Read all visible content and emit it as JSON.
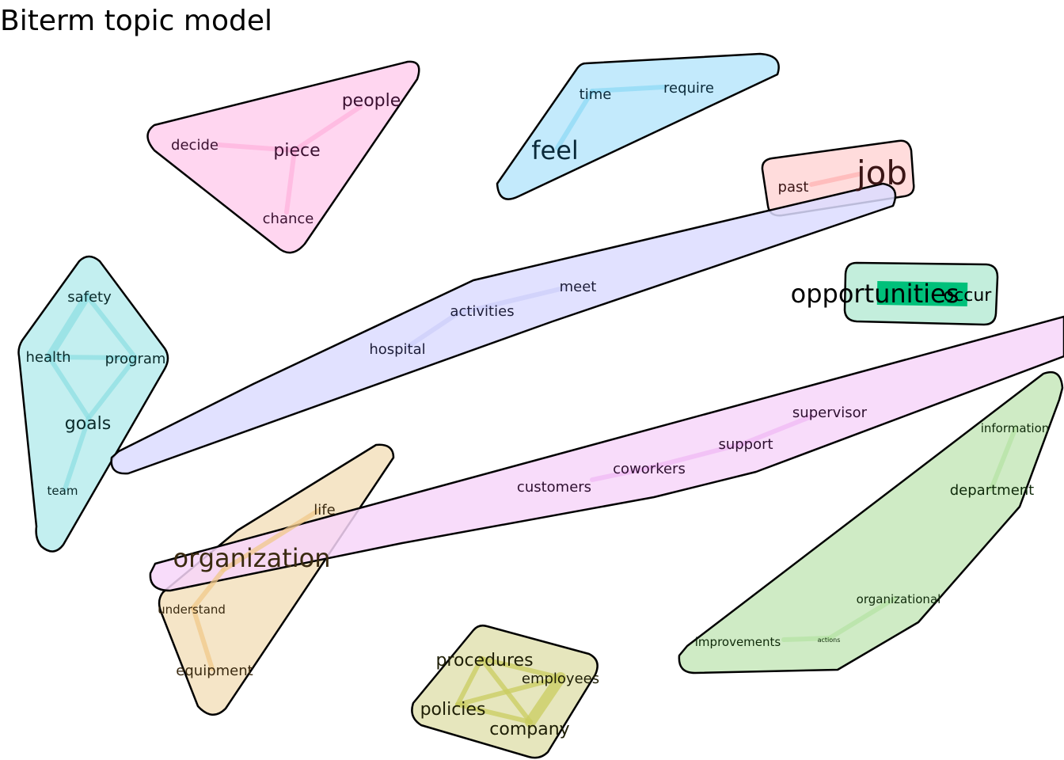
{
  "title": "Biterm topic model",
  "topics": [
    {
      "id": "pink",
      "fill": "#ffd6f0",
      "edge": "#ffb3de",
      "text": "#3a1030",
      "words": [
        {
          "word": "people",
          "weight": 3
        },
        {
          "word": "decide",
          "weight": 2
        },
        {
          "word": "piece",
          "weight": 3
        },
        {
          "word": "chance",
          "weight": 2
        }
      ],
      "links": [
        [
          "decide",
          "piece"
        ],
        [
          "piece",
          "people"
        ],
        [
          "piece",
          "chance"
        ]
      ]
    },
    {
      "id": "blue",
      "fill": "#c3eafc",
      "edge": "#8fdaf6",
      "text": "#0a2a3a",
      "words": [
        {
          "word": "time",
          "weight": 2
        },
        {
          "word": "require",
          "weight": 2
        },
        {
          "word": "feel",
          "weight": 4
        }
      ],
      "links": [
        [
          "time",
          "require"
        ],
        [
          "time",
          "feel"
        ]
      ]
    },
    {
      "id": "salmon",
      "fill": "#ffdcdc",
      "edge": "#ffb3b3",
      "text": "#3a1515",
      "words": [
        {
          "word": "job",
          "weight": 5
        },
        {
          "word": "past",
          "weight": 2
        }
      ],
      "links": [
        [
          "past",
          "job"
        ]
      ]
    },
    {
      "id": "lavender",
      "fill": "#dcdcff",
      "edge": "#cccdfa",
      "text": "#1e1e3a",
      "words": [
        {
          "word": "meet",
          "weight": 2
        },
        {
          "word": "activities",
          "weight": 2
        },
        {
          "word": "hospital",
          "weight": 2
        }
      ],
      "links": [
        [
          "hospital",
          "activities"
        ],
        [
          "activities",
          "meet"
        ]
      ]
    },
    {
      "id": "mint",
      "fill": "#c3eedc",
      "edge": "#00c07a",
      "text": "#000000",
      "words": [
        {
          "word": "opportunities",
          "weight": 4
        },
        {
          "word": "occur",
          "weight": 3
        }
      ],
      "links": [
        [
          "opportunities",
          "occur"
        ]
      ]
    },
    {
      "id": "cyan",
      "fill": "#c3eff0",
      "edge": "#8fdfe3",
      "text": "#0a2a2a",
      "words": [
        {
          "word": "safety",
          "weight": 2
        },
        {
          "word": "health",
          "weight": 2
        },
        {
          "word": "program",
          "weight": 2
        },
        {
          "word": "goals",
          "weight": 3
        },
        {
          "word": "team",
          "weight": 1
        }
      ],
      "links": [
        [
          "safety",
          "health"
        ],
        [
          "safety",
          "program"
        ],
        [
          "health",
          "program"
        ],
        [
          "health",
          "goals"
        ],
        [
          "program",
          "goals"
        ],
        [
          "goals",
          "team"
        ]
      ]
    },
    {
      "id": "magenta",
      "fill": "#f7d6f9",
      "edge": "#f0b9f4",
      "text": "#2e1030",
      "words": [
        {
          "word": "supervisor",
          "weight": 2
        },
        {
          "word": "support",
          "weight": 2
        },
        {
          "word": "coworkers",
          "weight": 2
        },
        {
          "word": "customers",
          "weight": 2
        }
      ],
      "links": [
        [
          "supervisor",
          "support"
        ],
        [
          "support",
          "coworkers"
        ],
        [
          "coworkers",
          "customers"
        ]
      ]
    },
    {
      "id": "peach",
      "fill": "#f3e0bd",
      "edge": "#f0c88a",
      "text": "#3a2a10",
      "words": [
        {
          "word": "life",
          "weight": 2
        },
        {
          "word": "organization",
          "weight": 4
        },
        {
          "word": "understand",
          "weight": 1
        },
        {
          "word": "equipment",
          "weight": 2
        }
      ],
      "links": [
        [
          "life",
          "organization"
        ],
        [
          "organization",
          "understand"
        ],
        [
          "understand",
          "equipment"
        ]
      ]
    },
    {
      "id": "green",
      "fill": "#cfebc5",
      "edge": "#b5e3a4",
      "text": "#0f2a0a",
      "words": [
        {
          "word": "information",
          "weight": 1
        },
        {
          "word": "department",
          "weight": 2
        },
        {
          "word": "organizational",
          "weight": 1
        },
        {
          "word": "improvements",
          "weight": 1
        },
        {
          "word": "actions",
          "weight": 0
        }
      ],
      "links": [
        [
          "information",
          "department"
        ],
        [
          "improvements",
          "actions"
        ],
        [
          "actions",
          "organizational"
        ]
      ]
    },
    {
      "id": "olive",
      "fill": "#e6e6bd",
      "edge": "#c9cc60",
      "text": "#1e1e05",
      "words": [
        {
          "word": "procedures",
          "weight": 3
        },
        {
          "word": "employees",
          "weight": 2
        },
        {
          "word": "policies",
          "weight": 3
        },
        {
          "word": "company",
          "weight": 3
        }
      ],
      "links": [
        [
          "procedures",
          "employees"
        ],
        [
          "procedures",
          "policies"
        ],
        [
          "procedures",
          "company"
        ],
        [
          "policies",
          "employees"
        ],
        [
          "policies",
          "company"
        ],
        [
          "employees",
          "company"
        ]
      ]
    }
  ]
}
